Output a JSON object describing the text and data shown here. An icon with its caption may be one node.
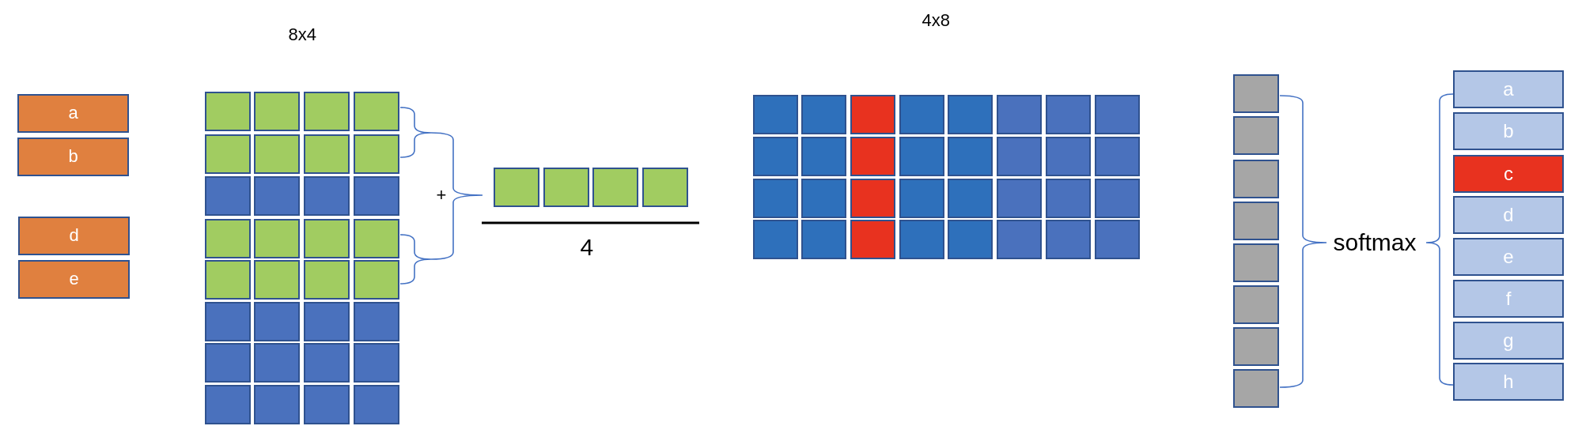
{
  "diagram": {
    "nodes": [
      {
        "text": [
          "a"
        ]
      },
      {
        "text": [
          "b"
        ]
      },
      {
        "text": [
          "d"
        ]
      },
      {
        "text": [
          "e"
        ]
      },
      {
        "text": [],
        "shape": "box"
      },
      {
        "text": [],
        "shape": "box"
      },
      {
        "text": [],
        "shape": "box"
      },
      {
        "text": [],
        "shape": "box"
      },
      {
        "text": [],
        "shape": "box"
      },
      {
        "text": [],
        "shape": "box"
      },
      {
        "text": [],
        "shape": "box"
      },
      {
        "text": [],
        "shape": "box"
      },
      {
        "text": [],
        "shape": "box"
      },
      {
        "text": [],
        "shape": "box"
      },
      {
        "text": [],
        "shape": "box"
      },
      {
        "text": [],
        "shape": "box"
      },
      {
        "text": [],
        "shape": "box"
      },
      {
        "text": [],
        "shape": "box"
      },
      {
        "text": [],
        "shape": "box"
      },
      {
        "text": [],
        "shape": "box"
      },
      {
        "text": [],
        "shape": "box"
      },
      {
        "text": [],
        "shape": "box"
      },
      {
        "text": [],
        "shape": "box"
      },
      {
        "text": [],
        "shape": "box"
      },
      {
        "text": [],
        "shape": "box"
      },
      {
        "text": [],
        "shape": "box"
      },
      {
        "text": [],
        "shape": "box"
      },
      {
        "text": [],
        "shape": "box"
      },
      {
        "text": [],
        "shape": "box"
      },
      {
        "text": [],
        "shape": "box"
      },
      {
        "text": [],
        "shape": "box"
      },
      {
        "text": [],
        "shape": "box"
      },
      {
        "text": [],
        "shape": "box"
      },
      {
        "text": [],
        "shape": "box"
      },
      {
        "text": [],
        "shape": "box"
      },
      {
        "text": [],
        "shape": "box"
      },
      {
        "text": [],
        "shape": "box"
      },
      {
        "text": [],
        "shape": "box"
      },
      {
        "text": [],
        "shape": "box"
      },
      {
        "text": [],
        "shape": "box"
      },
      {
        "text": [],
        "shape": "box"
      },
      {
        "text": [],
        "shape": "box"
      },
      {
        "text": [],
        "shape": "box"
      },
      {
        "text": [],
        "shape": "box"
      },
      {
        "text": [],
        "shape": "box"
      },
      {
        "text": [],
        "shape": "box"
      },
      {
        "text": [],
        "shape": "box"
      },
      {
        "text": [],
        "shape": "box"
      },
      {
        "text": [],
        "shape": "box"
      },
      {
        "text": [],
        "shape": "box"
      },
      {
        "text": [],
        "shape": "box"
      },
      {
        "text": [],
        "shape": "box"
      },
      {
        "text": [],
        "shape": "box"
      },
      {
        "text": [],
        "shape": "box"
      },
      {
        "text": [],
        "shape": "box"
      },
      {
        "text": [],
        "shape": "box"
      },
      {
        "text": [],
        "shape": "box"
      },
      {
        "text": [],
        "shape": "box"
      },
      {
        "text": [],
        "shape": "box"
      },
      {
        "text": [],
        "shape": "box"
      },
      {
        "text": [],
        "shape": "box"
      },
      {
        "text": [],
        "shape": "box"
      },
      {
        "text": [],
        "shape": "box"
      },
      {
        "text": [],
        "shape": "box"
      },
      {
        "text": [],
        "shape": "box"
      },
      {
        "text": [],
        "shape": "box"
      },
      {
        "text": [],
        "shape": "box"
      },
      {
        "text": [],
        "shape": "box"
      },
      {
        "text": [],
        "shape": "box"
      },
      {
        "text": [],
        "shape": "box"
      },
      {
        "text": [],
        "shape": "box"
      },
      {
        "text": [],
        "shape": "box"
      },
      {
        "text": [],
        "shape": "box"
      },
      {
        "text": [],
        "shape": "box"
      },
      {
        "text": [],
        "shape": "box"
      },
      {
        "text": [],
        "shape": "box"
      },
      {
        "text": [],
        "shape": "box"
      },
      {
        "text": [],
        "shape": "box"
      },
      {
        "text": [],
        "shape": "box"
      },
      {
        "text": [],
        "shape": "box"
      },
      {
        "text": [
          "a"
        ]
      },
      {
        "text": [
          "b"
        ]
      },
      {
        "text": [
          "c"
        ]
      },
      {
        "text": [
          "d"
        ]
      },
      {
        "text": [
          "e"
        ]
      },
      {
        "text": [
          "f"
        ]
      },
      {
        "text": [
          "g"
        ]
      },
      {
        "text": [
          "h"
        ]
      }
    ],
    "labels": [
      "8x4",
      "+",
      "4",
      "4x8",
      "softmax"
    ]
  }
}
